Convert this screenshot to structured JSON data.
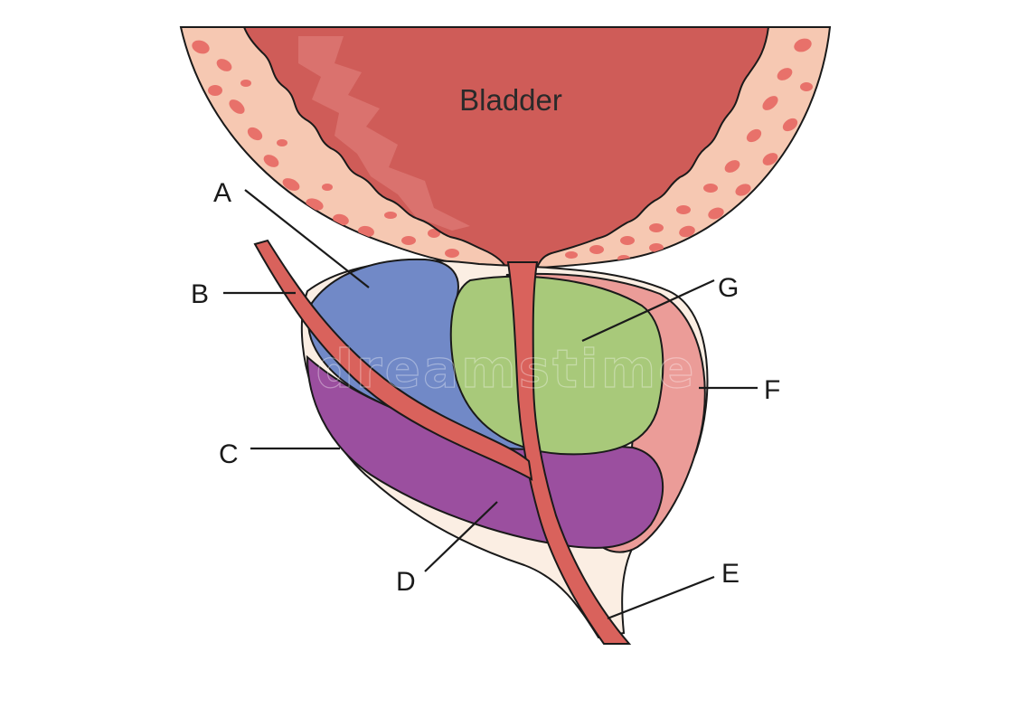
{
  "title": "Bladder",
  "watermark": "dreamstime",
  "labels": {
    "a": "A",
    "b": "B",
    "c": "C",
    "d": "D",
    "e": "E",
    "f": "F",
    "g": "G"
  },
  "colors": {
    "bladder": "#cf5c58",
    "bladder_wall": "#f6c8b2",
    "wall_cells": "#e8716a",
    "urethra": "#d9625c",
    "zone_a": "#7189c7",
    "zone_d": "#9b4f9f",
    "zone_f": "#eb9c98",
    "zone_g": "#a8c97a",
    "capsule": "#fbeee3"
  }
}
